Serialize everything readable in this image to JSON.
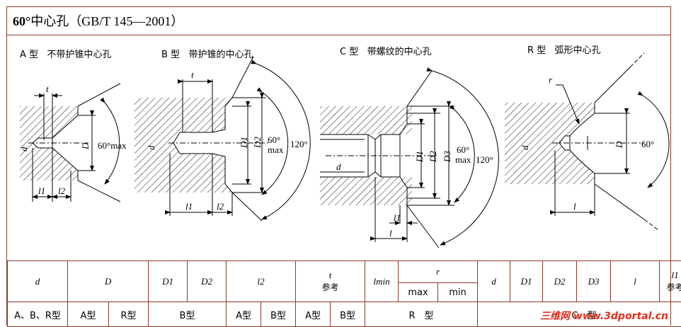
{
  "title": {
    "bold": "60°",
    "rest": "中心孔（GB/T 145—2001）"
  },
  "types": {
    "a": "A 型   不带护锥中心孔",
    "b": "B 型   带护锥的中心孔",
    "c": "C 型   带螺纹的中心孔",
    "r": "R 型   弧形中心孔"
  },
  "figure_labels": {
    "t": "t",
    "d": "d",
    "D": "D",
    "D1": "D1",
    "D2": "D2",
    "D3": "D3",
    "l": "l",
    "l1": "l1",
    "l2": "l2",
    "r": "r",
    "angle_60max": "60°max",
    "angle_60": "60°",
    "max": "max",
    "angle_120": "120°"
  },
  "table": {
    "h_d": "d",
    "h_D": "D",
    "h_D1": "D1",
    "h_D2": "D2",
    "h_l2": "l2",
    "h_t": "t",
    "h_ref": "参考",
    "h_lmin": "lmin",
    "h_r": "r",
    "h_max": "max",
    "h_min": "min",
    "h_d2": "d",
    "h_D1b": "D1",
    "h_D2b": "D2",
    "h_D3": "D3",
    "h_l": "l",
    "h_l1": "l1",
    "h_ref2": "参考",
    "r3_abr": "A、B、R型",
    "r3_a": "A型",
    "r3_r": "R型",
    "r3_b": "B型",
    "r3_a2": "A型",
    "r3_b2": "B型",
    "r3_a3": "A型",
    "r3_b3": "B型",
    "r3_rtype": "R　型",
    "r3_ctype": "C　型"
  },
  "watermark": "三维网 www.3dportal.cn"
}
